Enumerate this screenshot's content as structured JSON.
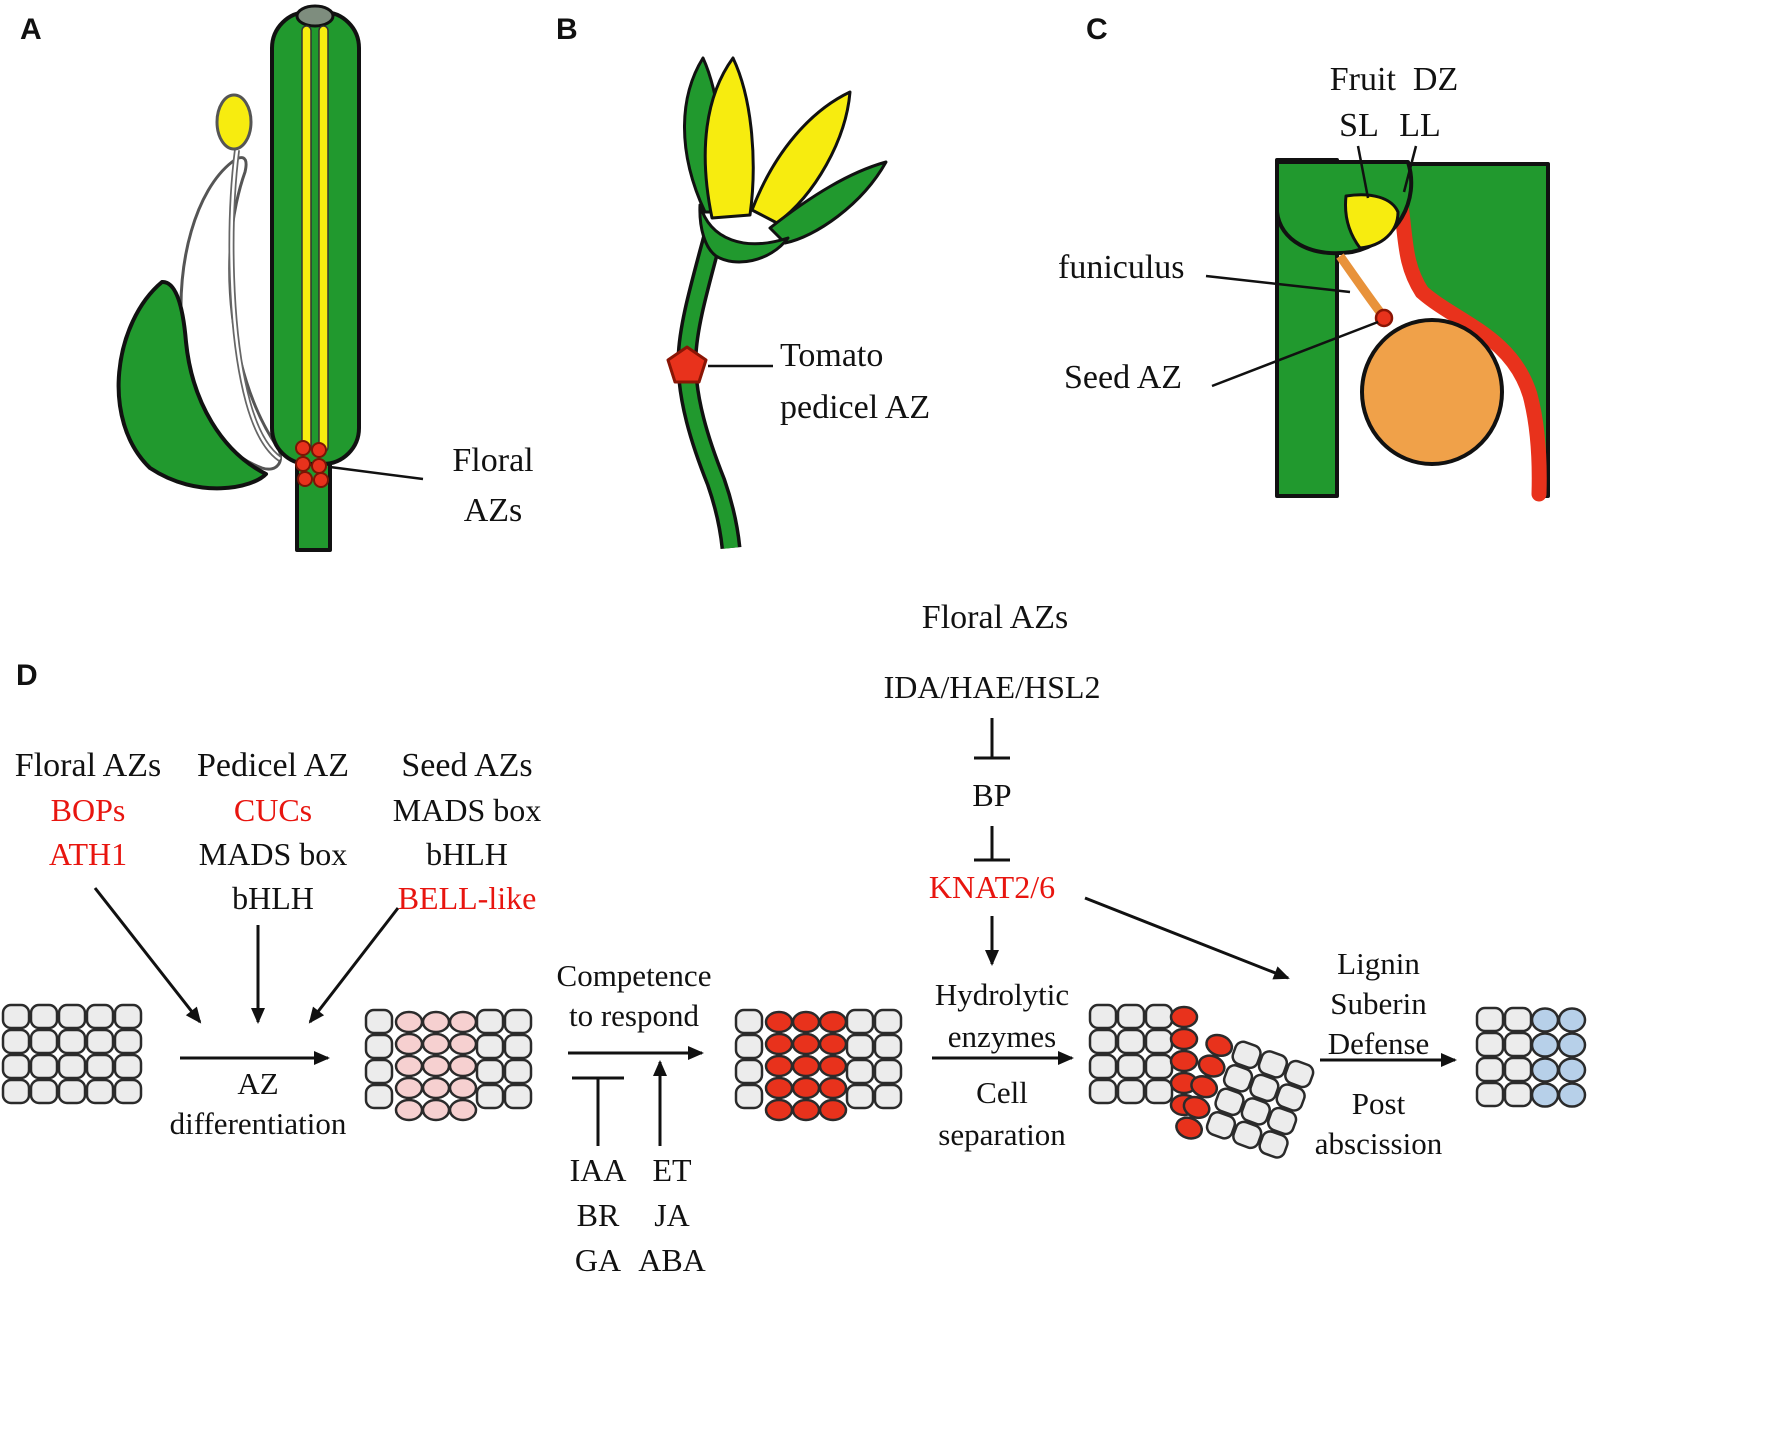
{
  "colors": {
    "green": "#21992e",
    "yellow": "#f7ec0f",
    "az_red": "#e8321c",
    "gene_red": "#e8150f",
    "pink_cell": "#f6d0d0",
    "blue_cell": "#b7d0e9",
    "gray_cell": "#ececec",
    "seed_orange": "#f0a149",
    "funiculus_orange": "#e8923a"
  },
  "panel_a": {
    "letter": "A",
    "label_line1": "Floral",
    "label_line2": "AZs"
  },
  "panel_b": {
    "letter": "B",
    "label_line1": "Tomato",
    "label_line2": "pedicel AZ"
  },
  "panel_c": {
    "letter": "C",
    "fruit_dz": "Fruit  DZ",
    "sl": "SL",
    "ll": "LL",
    "funiculus": "funiculus",
    "seed_az": "Seed AZ"
  },
  "panel_d": {
    "letter": "D",
    "title": "Floral AZs",
    "signaling": {
      "ida": "IDA/HAE/HSL2",
      "bp": "BP",
      "knat": "KNAT2/6"
    },
    "groups": [
      {
        "title": "Floral AZs",
        "genes": [
          {
            "name": "BOPs",
            "highlight": true
          },
          {
            "name": "ATH1",
            "highlight": true
          }
        ]
      },
      {
        "title": "Pedicel AZ",
        "genes": [
          {
            "name": "CUCs",
            "highlight": true
          },
          {
            "name": "MADS box",
            "highlight": false
          },
          {
            "name": "bHLH",
            "highlight": false
          }
        ]
      },
      {
        "title": "Seed AZs",
        "genes": [
          {
            "name": "MADS box",
            "highlight": false
          },
          {
            "name": "bHLH",
            "highlight": false
          },
          {
            "name": "BELL-like",
            "highlight": true
          }
        ]
      }
    ],
    "az_differentiation_line1": "AZ",
    "az_differentiation_line2": "differentiation",
    "competence_line1": "Competence",
    "competence_line2": "to respond",
    "hormones_inhibit": [
      "IAA",
      "BR",
      "GA"
    ],
    "hormones_promote": [
      "ET",
      "JA",
      "ABA"
    ],
    "hydrolytic_line1": "Hydrolytic",
    "hydrolytic_line2": "enzymes",
    "cell_separation_line1": "Cell",
    "cell_separation_line2": "separation",
    "lignin_line1": "Lignin",
    "lignin_line2": "Suberin",
    "lignin_line3": "Defense",
    "post_line1": "Post",
    "post_line2": "abscission"
  }
}
